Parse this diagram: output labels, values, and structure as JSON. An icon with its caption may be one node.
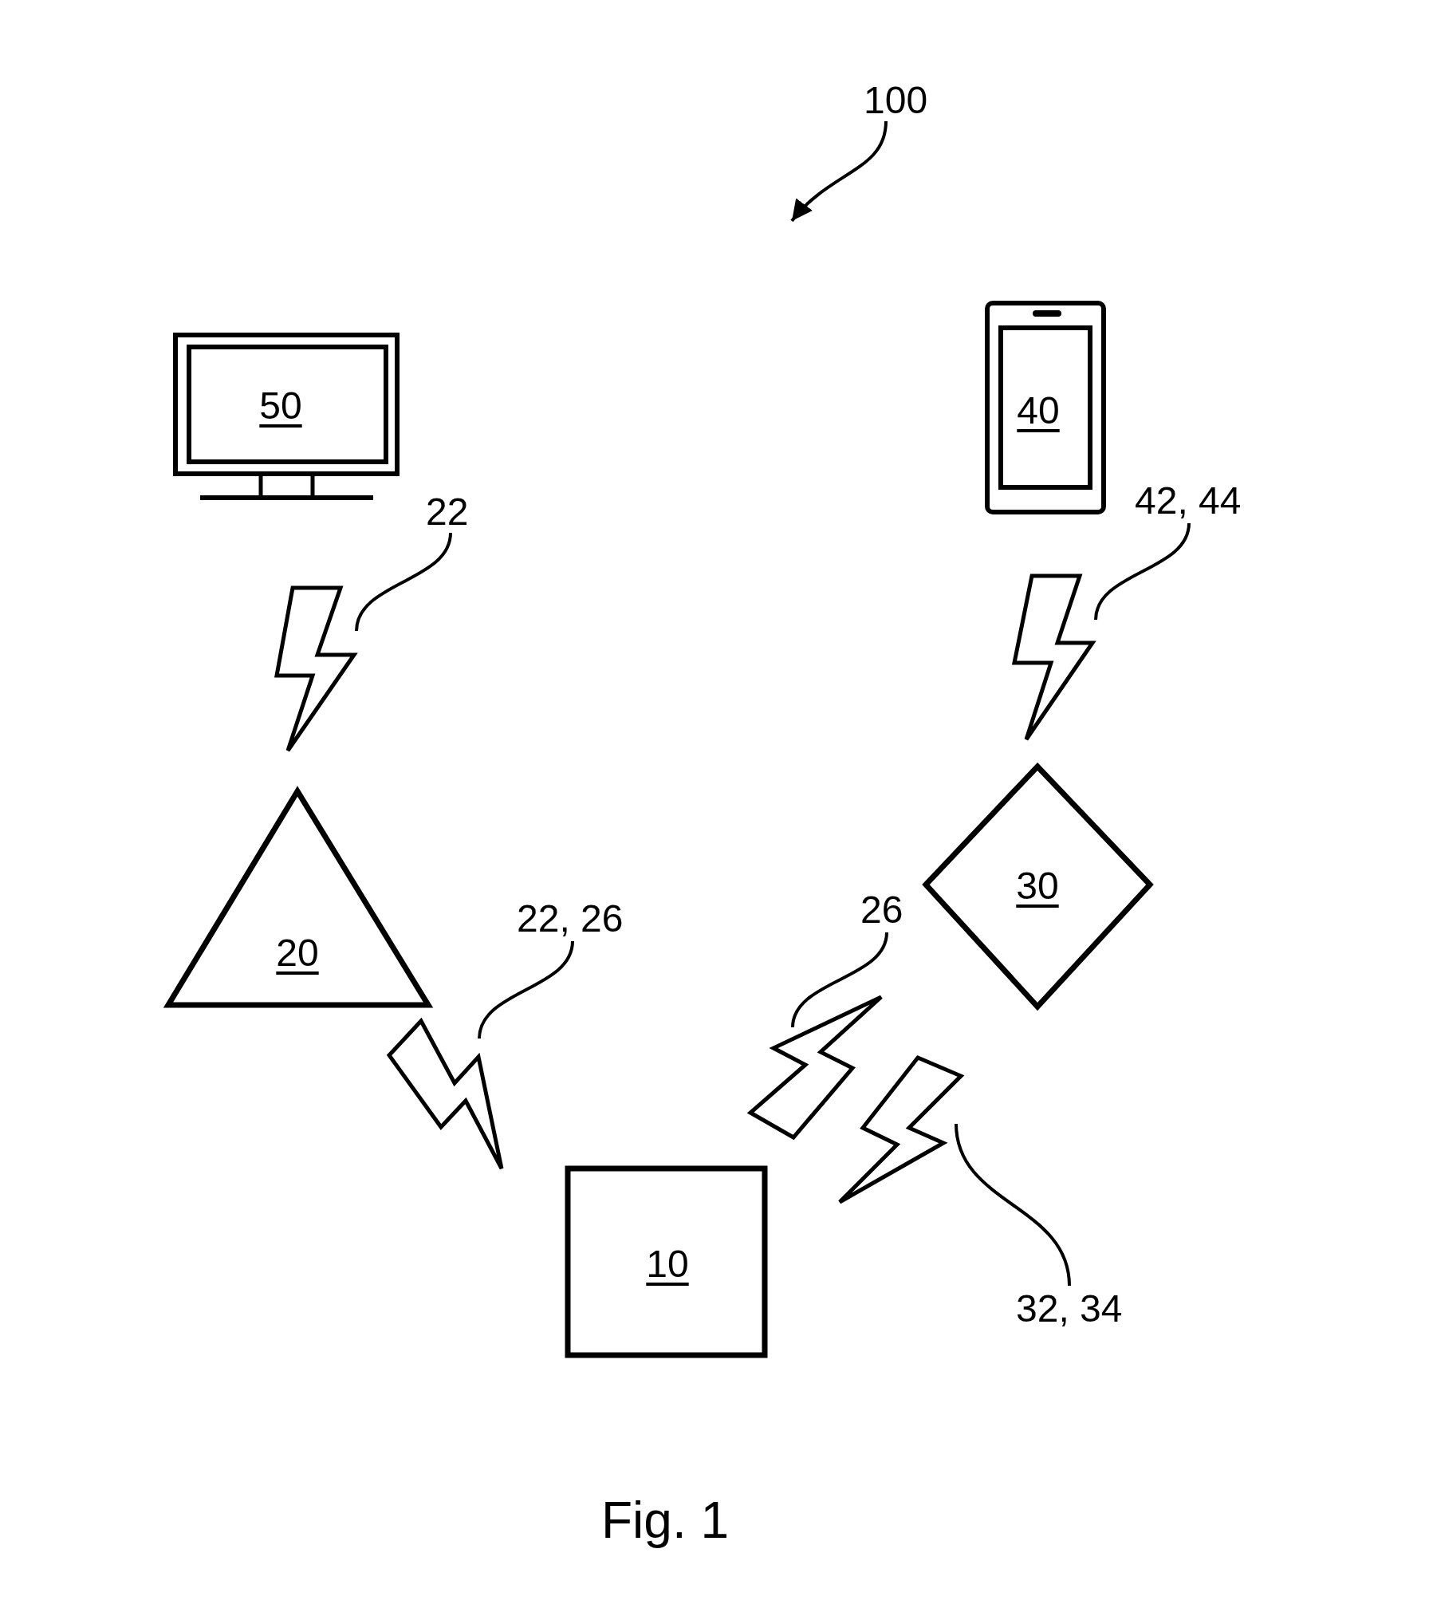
{
  "diagram": {
    "caption": "Fig. 1",
    "nodes": [
      {
        "text": [
          "100"
        ]
      },
      {
        "text": [
          "50"
        ]
      },
      {
        "text": [
          "40"
        ]
      },
      {
        "text": [
          "22"
        ]
      },
      {
        "text": [
          "42, 44"
        ]
      },
      {
        "text": [],
        "shape": "lightning"
      },
      {
        "text": [],
        "shape": "lightning"
      },
      {
        "text": [
          "20"
        ]
      },
      {
        "text": [
          "30"
        ]
      },
      {
        "text": [
          "22, 26"
        ]
      },
      {
        "text": [
          "26"
        ]
      },
      {
        "text": [],
        "shape": "lightning"
      },
      {
        "text": [],
        "shape": "lightning"
      },
      {
        "text": [],
        "shape": "lightning"
      },
      {
        "text": [
          "10"
        ]
      },
      {
        "text": [
          "32, 34"
        ]
      }
    ],
    "edges": [
      {
        "from": 0,
        "to": null,
        "arrow": "to"
      },
      {
        "from": 3,
        "to": 5,
        "arrow": "none"
      },
      {
        "from": 4,
        "to": 6,
        "arrow": "none"
      },
      {
        "from": 9,
        "to": 11,
        "arrow": "none"
      },
      {
        "from": 10,
        "to": 12,
        "arrow": "none"
      },
      {
        "from": 15,
        "to": 13,
        "arrow": "none"
      }
    ]
  }
}
